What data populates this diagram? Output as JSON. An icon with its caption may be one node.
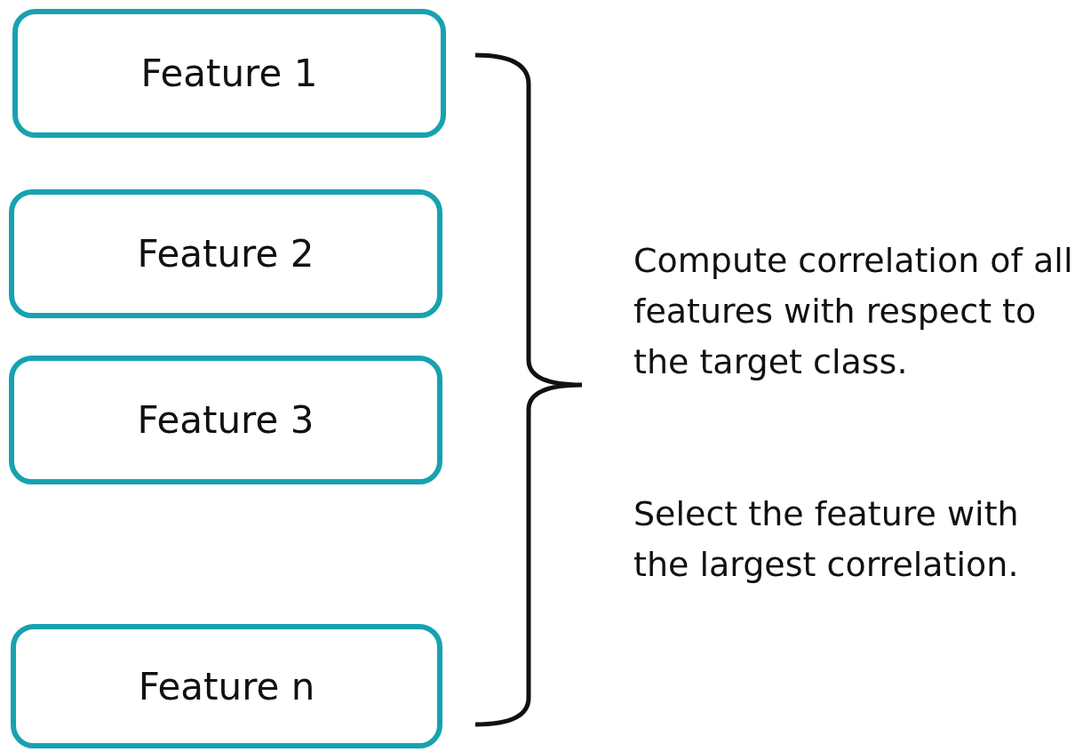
{
  "diagram": {
    "nodes": [
      {
        "text": [
          "Feature 1"
        ]
      },
      {
        "text": [
          "Feature 2"
        ]
      },
      {
        "text": [
          "Feature 3"
        ]
      },
      {
        "text": [
          "Feature n"
        ]
      }
    ],
    "labels": [
      "Compute correlation of all features with respect to the target class.",
      "Select the feature with the largest correlation."
    ]
  }
}
